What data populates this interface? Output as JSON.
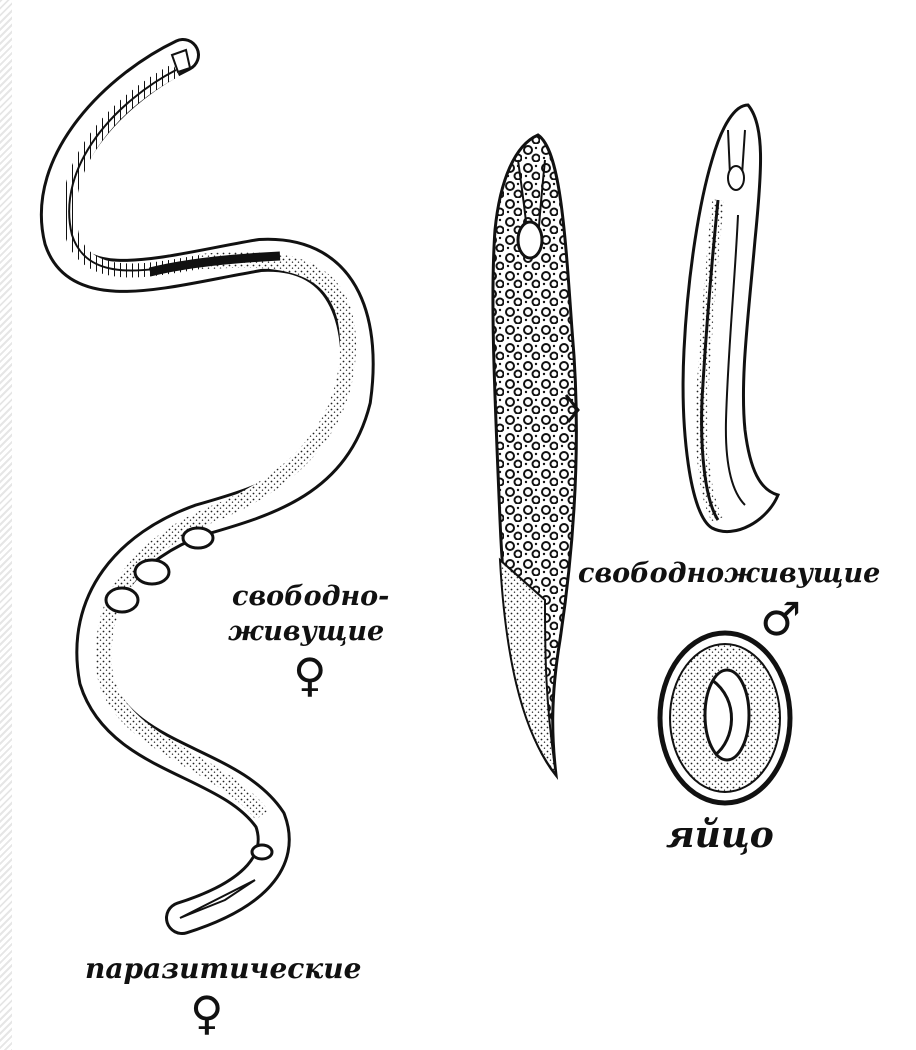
{
  "labels": {
    "free_living_female_line1": "свободно-",
    "free_living_female_line2": "живущие",
    "free_living_female_symbol": "♀",
    "free_living_male": "свободноживущие",
    "free_living_male_symbol": "♂",
    "egg": "яйцо",
    "parasitic": "паразитические",
    "parasitic_symbol": "♀"
  }
}
